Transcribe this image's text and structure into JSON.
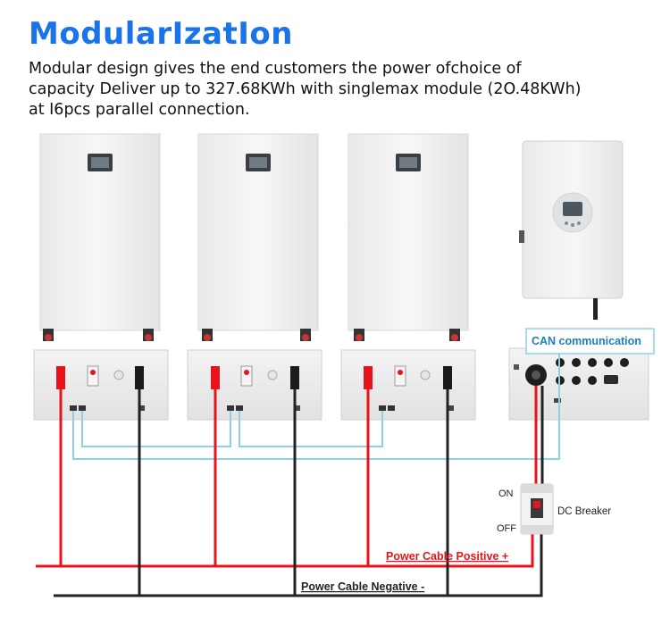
{
  "header": {
    "title": "ModularIzatIon",
    "desc_line1": "Modular design gives the end customers the power ofchoice of",
    "desc_line2": "capacity Deliver up to 327.68KWh with singlemax module (2O.48KWh)",
    "desc_line3": "at I6pcs parallel connection."
  },
  "diagram": {
    "can_label": "CAN communication",
    "breaker_on": "ON",
    "breaker_off": "OFF",
    "breaker_label": "DC Breaker",
    "positive_label": "Power Cable Positive +",
    "negative_label": "Power Cable Negative -"
  },
  "colors": {
    "title": "#1a73e8",
    "positive": "#e8141c",
    "negative": "#222222",
    "can": "#8fd0e8"
  }
}
